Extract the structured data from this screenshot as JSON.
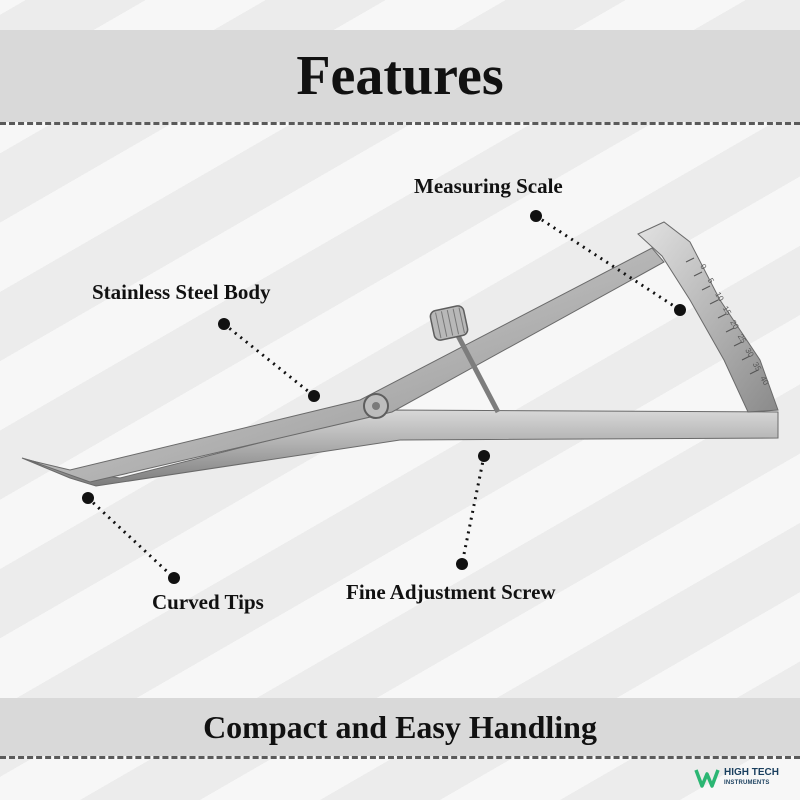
{
  "header": {
    "title": "Features"
  },
  "labels": {
    "measuring_scale": "Measuring Scale",
    "stainless_body": "Stainless Steel Body",
    "curved_tips": "Curved Tips",
    "fine_screw": "Fine Adjustment Screw"
  },
  "footer": {
    "tagline": "Compact and Easy Handling"
  },
  "brand": {
    "line1": "HIGH TECH",
    "line2": "INSTRUMENTS",
    "color": "#1a3f5e",
    "accent": "#2bb673"
  },
  "scale_marks": [
    "0",
    "5",
    "10",
    "15",
    "20",
    "25",
    "30",
    "35",
    "40"
  ]
}
